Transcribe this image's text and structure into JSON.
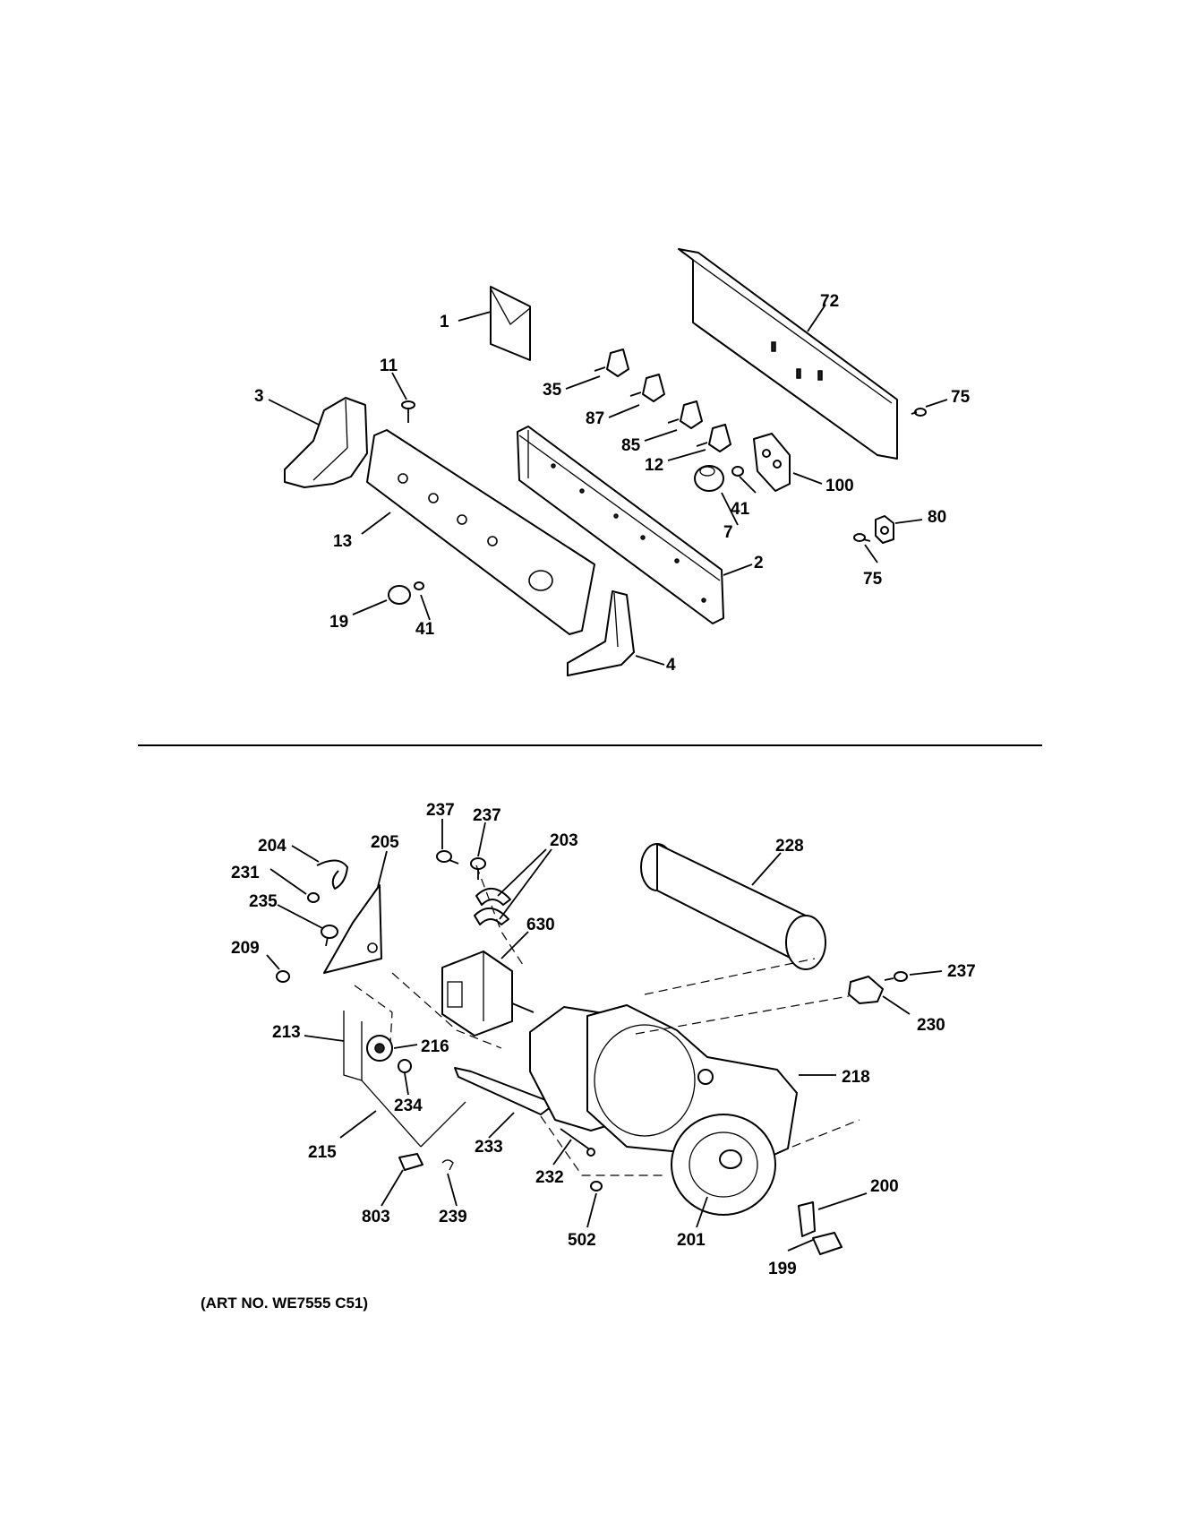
{
  "diagram": {
    "caption": "(ART NO. WE7555 C51)",
    "top_section_labels": [
      "1",
      "72",
      "11",
      "35",
      "3",
      "75",
      "87",
      "85",
      "12",
      "100",
      "41",
      "80",
      "7",
      "13",
      "2",
      "75",
      "19",
      "41",
      "4"
    ],
    "bottom_section_labels": [
      "237",
      "237",
      "204",
      "205",
      "203",
      "228",
      "231",
      "235",
      "630",
      "209",
      "237",
      "230",
      "213",
      "216",
      "218",
      "234",
      "215",
      "233",
      "232",
      "200",
      "803",
      "239",
      "502",
      "201",
      "199"
    ]
  }
}
